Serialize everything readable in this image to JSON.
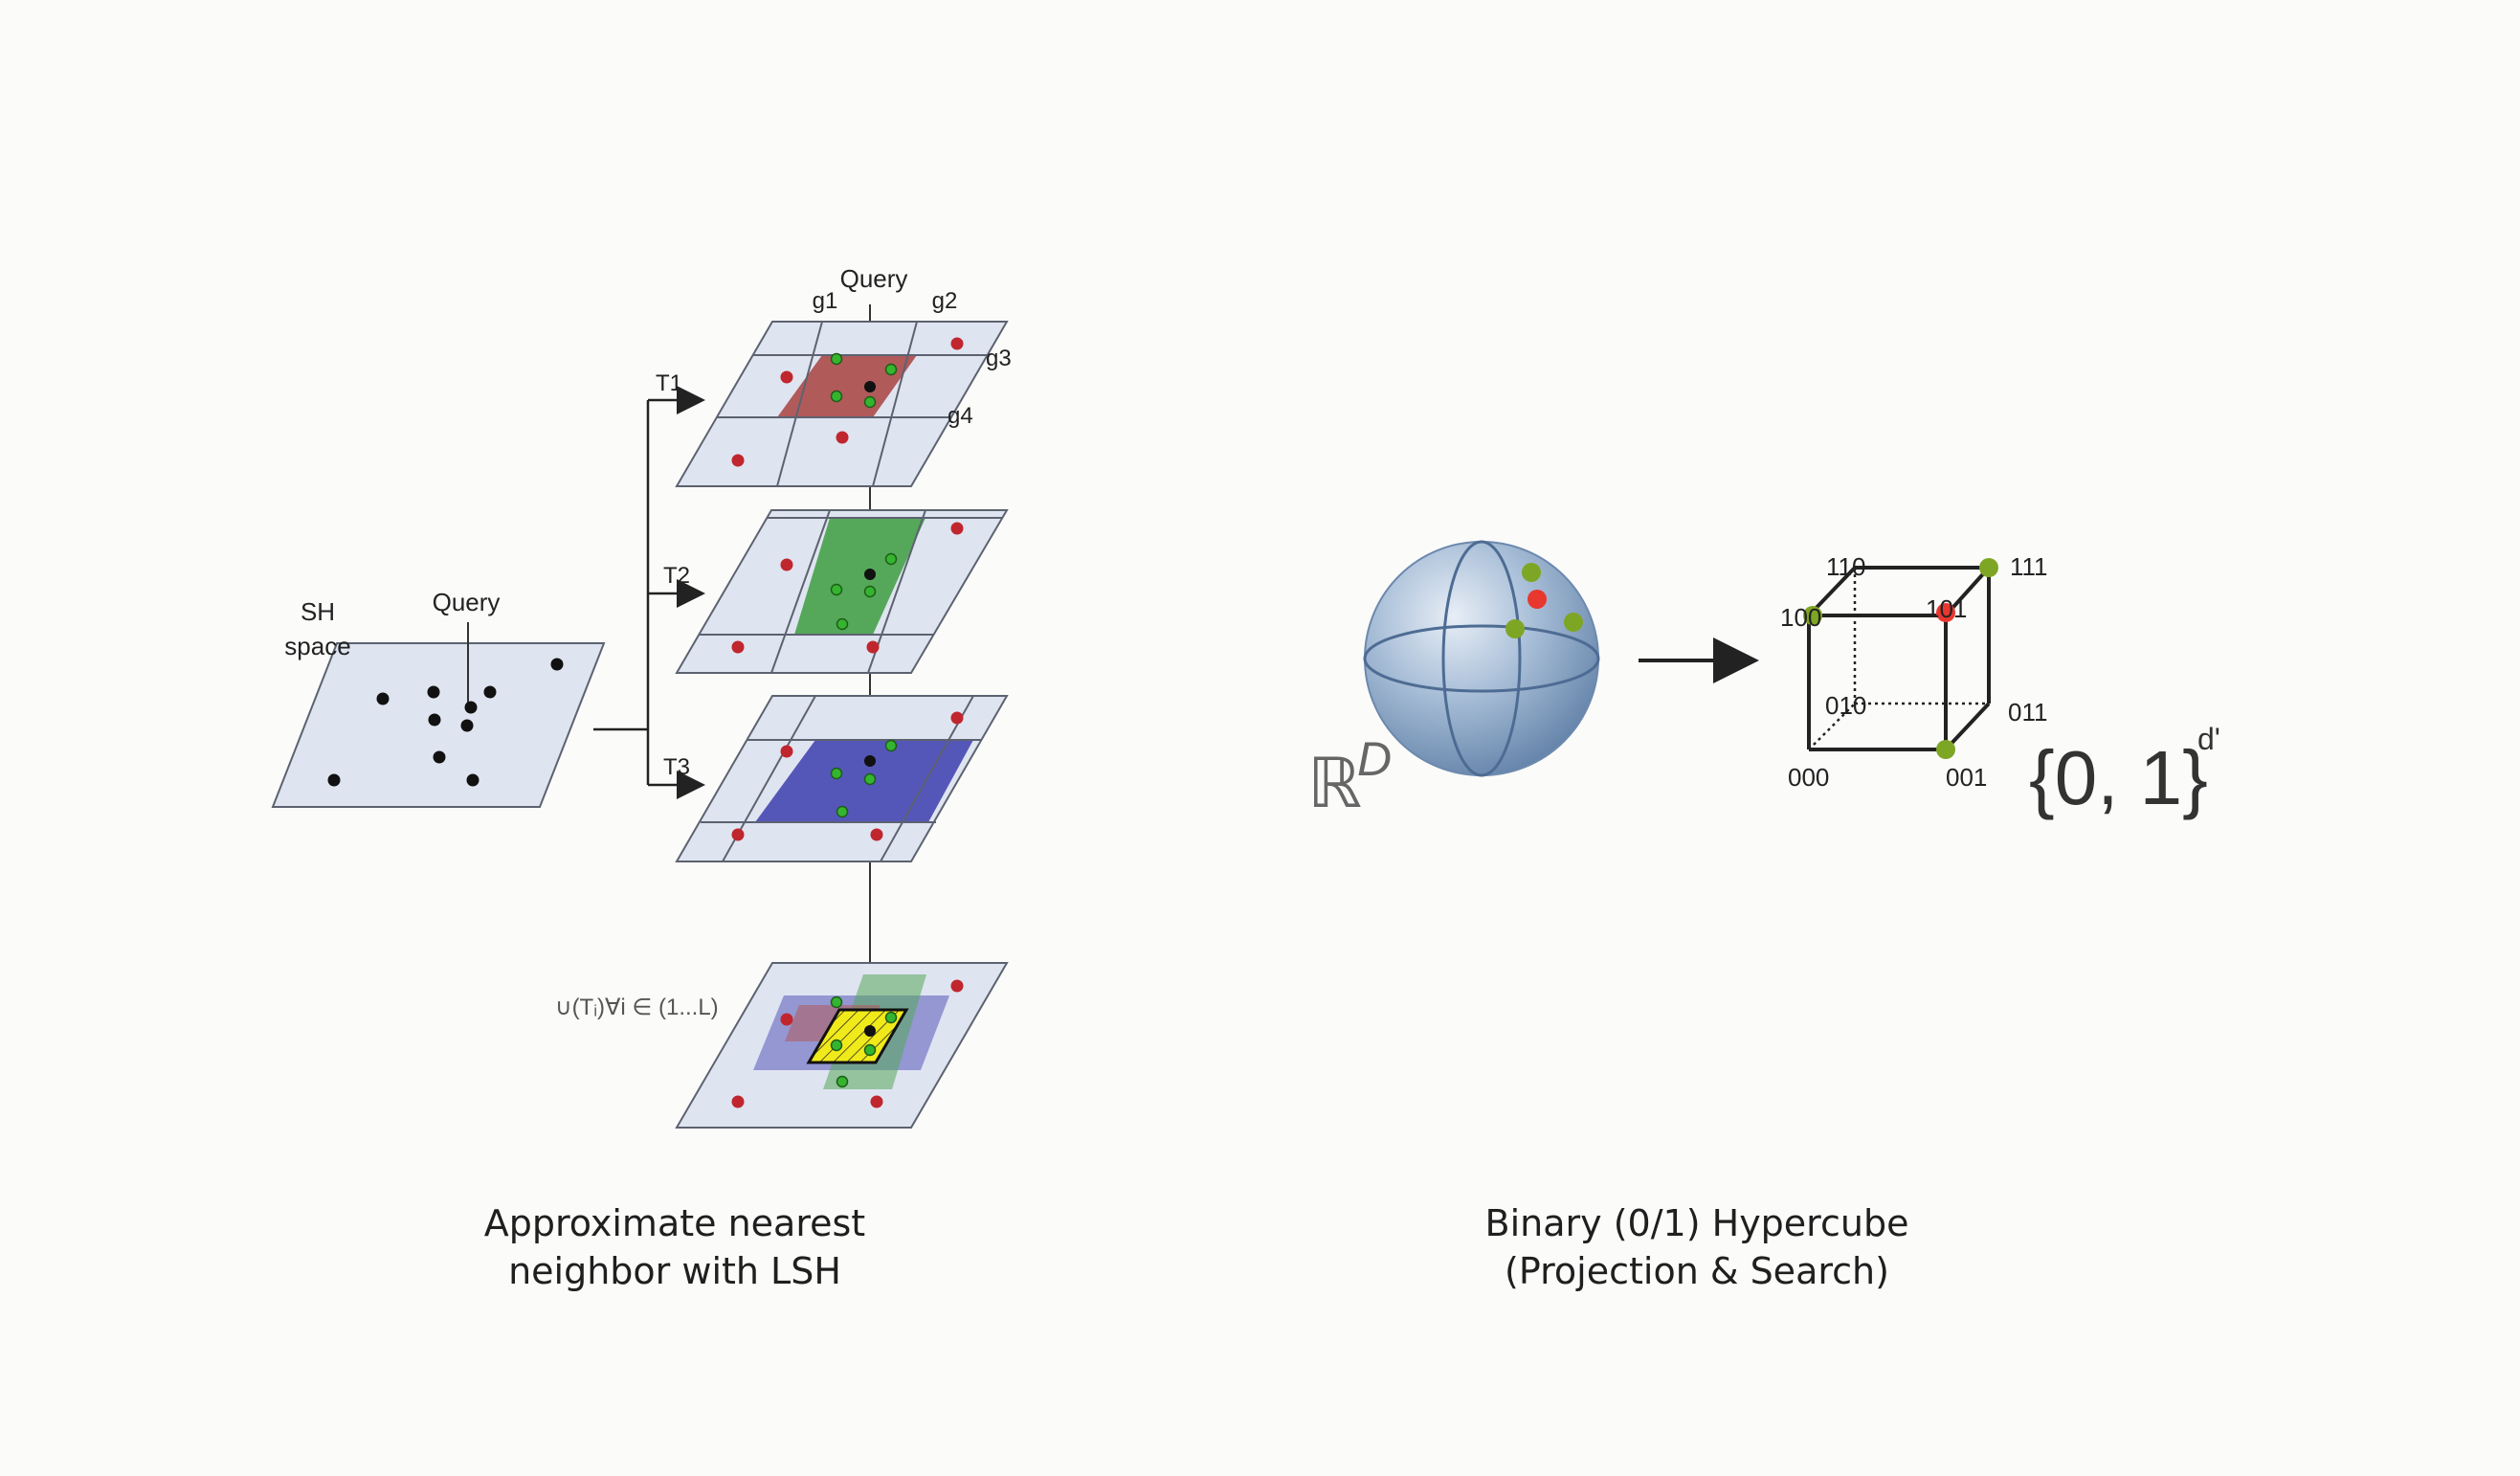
{
  "left_figure": {
    "sh_space_label": [
      "SH",
      "space"
    ],
    "query_label_sh": "Query",
    "query_label_top": "Query",
    "grid_labels": [
      "g1",
      "g2",
      "g3",
      "g4"
    ],
    "table_labels": [
      "T1",
      "T2",
      "T3"
    ],
    "union_label": "∪(Tᵢ)∀i ∈ (1...L)",
    "caption": [
      "Approximate nearest",
      "neighbor with LSH"
    ]
  },
  "right_figure": {
    "space_label": "ℝ",
    "space_exponent": "D",
    "vertices": [
      "110",
      "111",
      "100",
      "101",
      "010",
      "011",
      "000",
      "001"
    ],
    "codomain_label": "{0, 1}",
    "codomain_exponent": "d'",
    "caption": [
      "Binary (0/1) Hypercube",
      "(Projection & Search)"
    ]
  },
  "colors": {
    "background": "#fbfbfa",
    "plane_fill": "#dfe4f1",
    "plane_stroke": "#5d6270",
    "red_point": "#c0262d",
    "green_point": "#35b52f",
    "t1_cell": "#b05a5a",
    "t2_cell": "#55a85a",
    "t3_cell": "#5557b8",
    "union_cell": "#f1ea1a",
    "sphere": "#8fa9c7",
    "cube_green": "#7ea625",
    "cube_red": "#e8372e"
  }
}
